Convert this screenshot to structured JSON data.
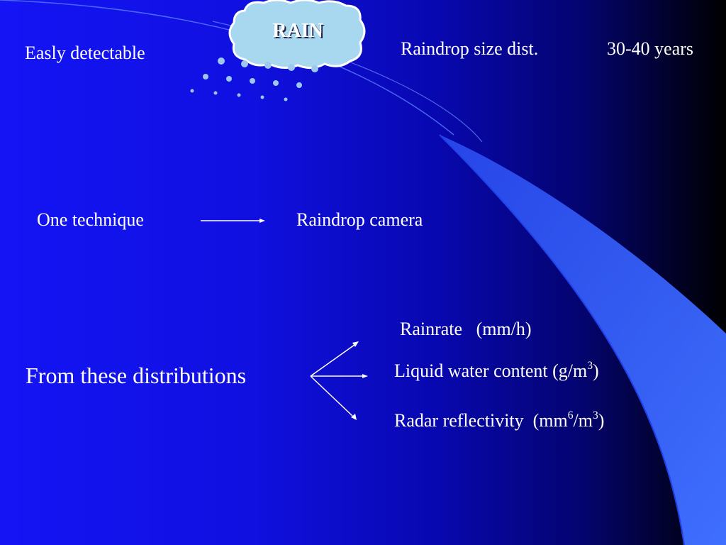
{
  "cloud": {
    "label": "RAIN"
  },
  "top_left": {
    "text": "Easly detectable"
  },
  "top_right": {
    "text": "Raindrop size dist.",
    "years": "30-40 years"
  },
  "technique": {
    "label": "One technique",
    "result": "Raindrop camera"
  },
  "distributions": {
    "label": "From these distributions",
    "rainrate": "Rainrate",
    "rainrate_unit": "(mm/h)",
    "lwc_prefix": "Liquid water content (g/m",
    "lwc_exp": "3",
    "lwc_suffix": ")",
    "radar_prefix": "Radar reflectivity  (mm",
    "radar_exp1": "6",
    "radar_mid": "/m",
    "radar_exp2": "3",
    "radar_suffix": ")"
  },
  "colors": {
    "cloud_fill": "#a8d8f0",
    "drop_fill": "#9cc8f0",
    "swoosh": "#3a6cff"
  }
}
